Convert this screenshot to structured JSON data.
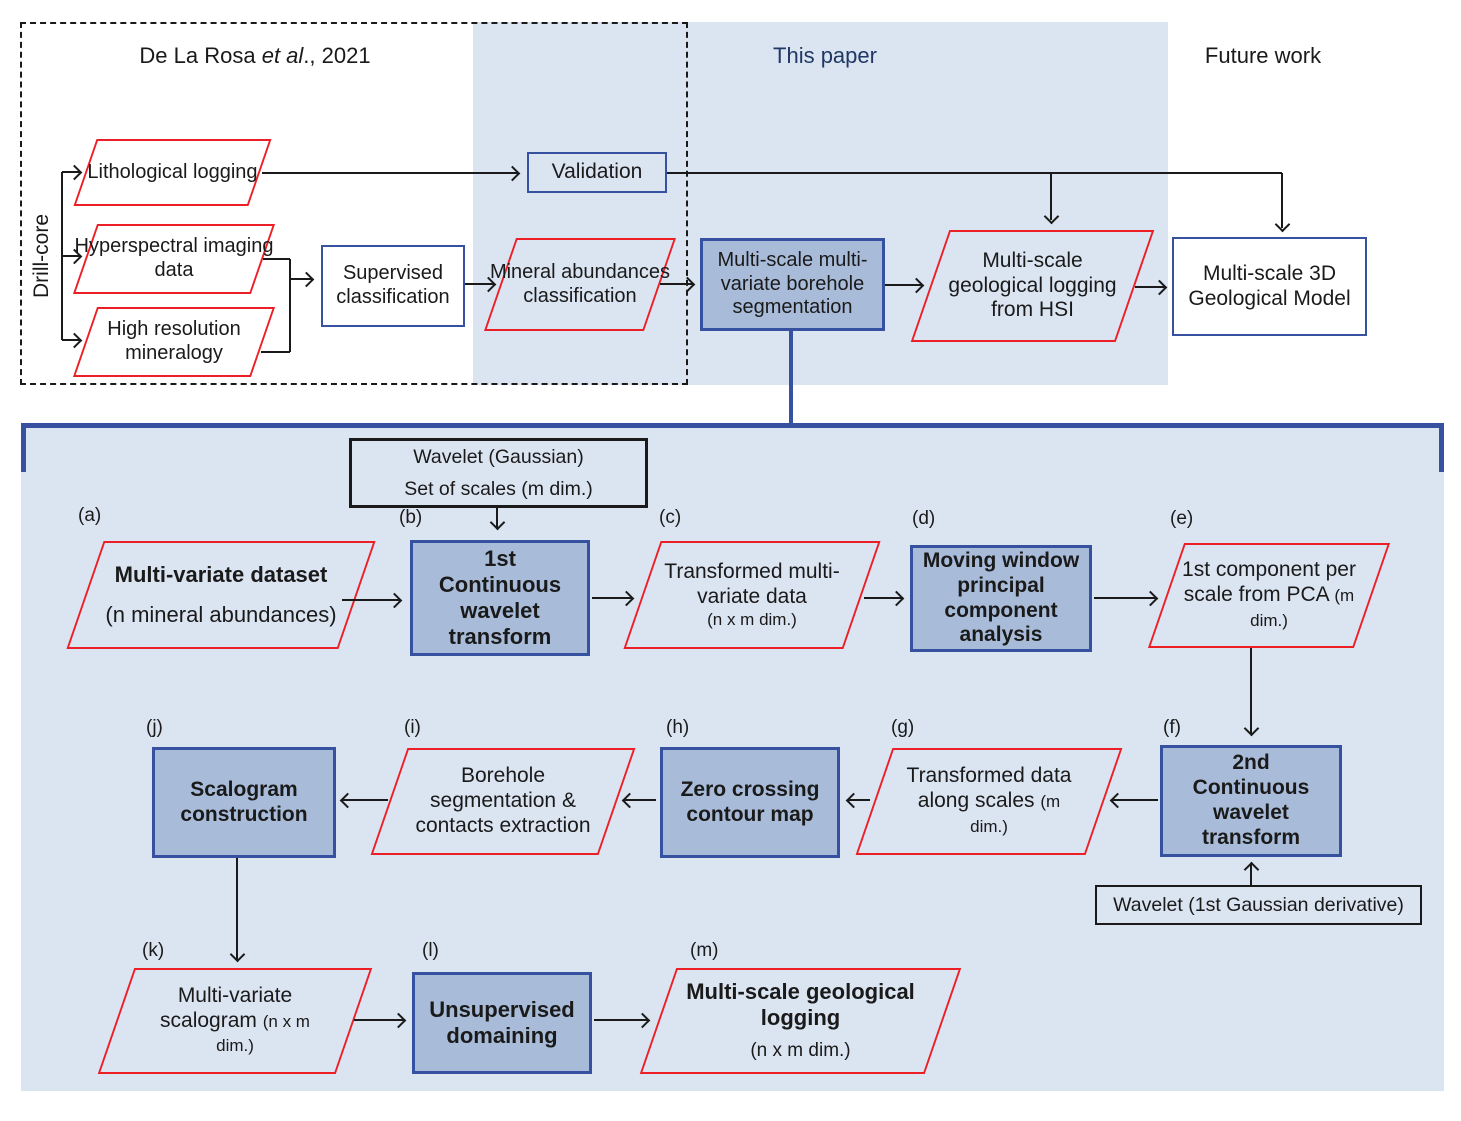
{
  "colors": {
    "panel_background": "#dbe4f1",
    "process_fill": "#a8bcda",
    "process_border": "#35519f",
    "data_shape_border": "#ec1f26",
    "text": "#1a1a1a",
    "this_paper_text": "#1f3864"
  },
  "header": {
    "prior_pre": "De La Rosa ",
    "prior_italic": "et al",
    "prior_post": "., 2021",
    "this_paper": "This paper",
    "future_work": "Future work",
    "drill_core": "Drill-core"
  },
  "top_flow": {
    "lithological": "Lithological logging",
    "hyperspectral": "Hyperspectral imaging data",
    "mineralogy": "High resolution mineralogy",
    "supervised": "Supervised classification",
    "validation": "Validation",
    "mineral_abundances": "Mineral abundances classification",
    "segmentation": "Multi-scale multi-variate borehole segmentation",
    "hsi_logging": "Multi-scale geological logging from HSI",
    "model_3d": "Multi-scale 3D Geological Model"
  },
  "panel": {
    "wavelet_gaussian_line1": "Wavelet (Gaussian)",
    "wavelet_gaussian_line2": "Set of scales (m dim.)",
    "wavelet_derivative": "Wavelet (1st Gaussian derivative)",
    "labels": {
      "a": "(a)",
      "b": "(b)",
      "c": "(c)",
      "d": "(d)",
      "e": "(e)",
      "f": "(f)",
      "g": "(g)",
      "h": "(h)",
      "i": "(i)",
      "j": "(j)",
      "k": "(k)",
      "l": "(l)",
      "m": "(m)"
    },
    "a_title": "Multi-variate dataset",
    "a_sub": "(n mineral abundances)",
    "b": "1st Continuous wavelet transform",
    "c_title": "Transformed multi-variate data",
    "c_sub": "(n x m dim.)",
    "d": "Moving window principal component analysis",
    "e_title": "1st component per scale from PCA",
    "e_sub": "(m dim.)",
    "f": "2nd Continuous wavelet transform",
    "g_title": "Transformed data along scales",
    "g_sub": "(m dim.)",
    "h": "Zero crossing contour map",
    "i": "Borehole segmentation & contacts extraction",
    "j": "Scalogram construction",
    "k_title": "Multi-variate scalogram",
    "k_sub": "(n x m dim.)",
    "l": "Unsupervised domaining",
    "m_title": "Multi-scale geological logging",
    "m_sub": "(n x m dim.)"
  }
}
